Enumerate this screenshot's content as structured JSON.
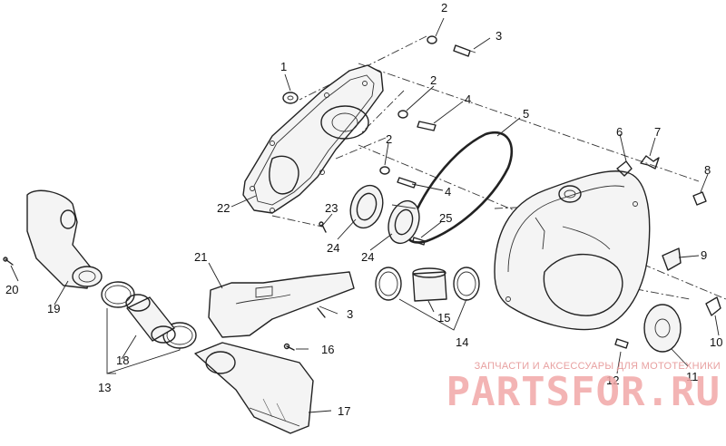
{
  "diagram": {
    "callouts": [
      {
        "id": "c1",
        "text": "1"
      },
      {
        "id": "c2a",
        "text": "2"
      },
      {
        "id": "c2b",
        "text": "2"
      },
      {
        "id": "c2c",
        "text": "2"
      },
      {
        "id": "c3a",
        "text": "3"
      },
      {
        "id": "c3b",
        "text": "3"
      },
      {
        "id": "c4a",
        "text": "4"
      },
      {
        "id": "c4b",
        "text": "4"
      },
      {
        "id": "c5",
        "text": "5"
      },
      {
        "id": "c6",
        "text": "6"
      },
      {
        "id": "c7",
        "text": "7"
      },
      {
        "id": "c8",
        "text": "8"
      },
      {
        "id": "c9",
        "text": "9"
      },
      {
        "id": "c10",
        "text": "10"
      },
      {
        "id": "c11",
        "text": "11"
      },
      {
        "id": "c12",
        "text": "12"
      },
      {
        "id": "c13a",
        "text": "13"
      },
      {
        "id": "c13b",
        "text": "13"
      },
      {
        "id": "c14",
        "text": "14"
      },
      {
        "id": "c15",
        "text": "15"
      },
      {
        "id": "c16",
        "text": "16"
      },
      {
        "id": "c17",
        "text": "17"
      },
      {
        "id": "c18",
        "text": "18"
      },
      {
        "id": "c19",
        "text": "19"
      },
      {
        "id": "c20",
        "text": "20"
      },
      {
        "id": "c21",
        "text": "21"
      },
      {
        "id": "c22",
        "text": "22"
      },
      {
        "id": "c23",
        "text": "23"
      },
      {
        "id": "c24",
        "text": "24"
      },
      {
        "id": "c25",
        "text": "25"
      }
    ]
  },
  "watermark": {
    "caption": "ЗАПЧАСТИ И АКСЕССУАРЫ ДЛЯ МОТОТЕХНИКИ",
    "logo": "PARTSFOR.RU",
    "color": "#f2a8a8"
  }
}
